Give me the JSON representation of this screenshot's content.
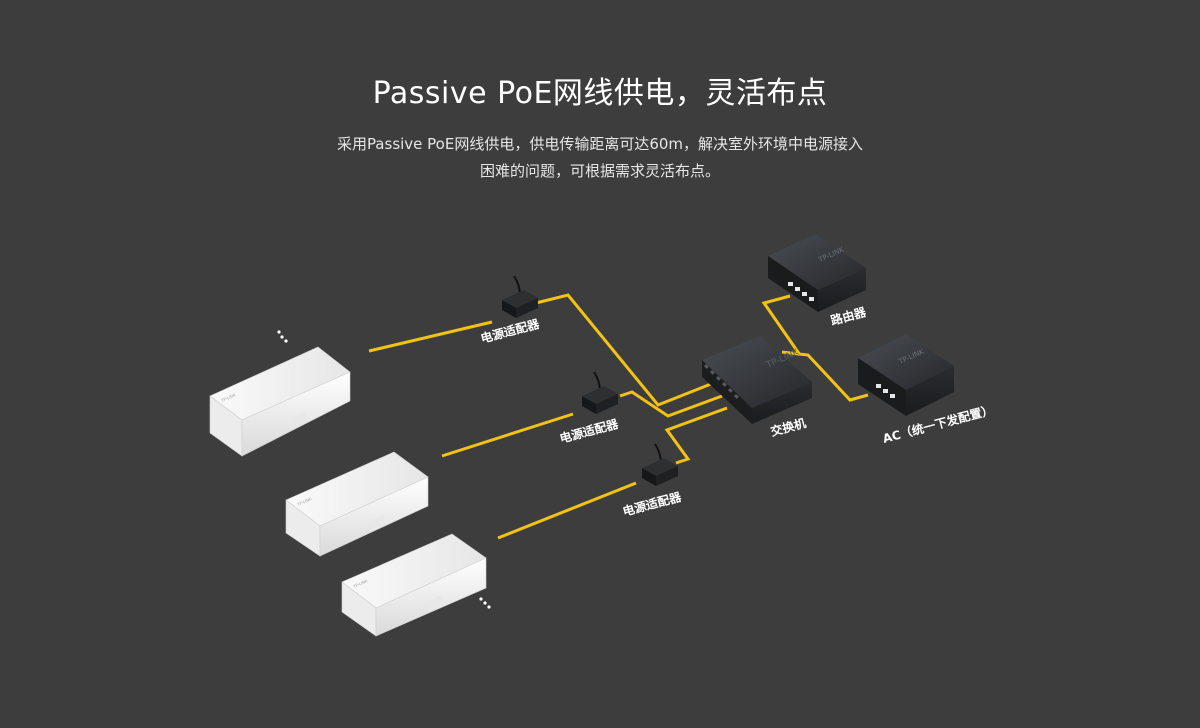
{
  "header": {
    "title": "Passive PoE网线供电，灵活布点",
    "description_line1": "采用Passive PoE网线供电，供电传输距离可达60m，解决室外环境中电源接入",
    "description_line2": "困难的问题，可根据需求灵活布点。"
  },
  "labels": {
    "adapter_1": "电源适配器",
    "adapter_2": "电源适配器",
    "adapter_3": "电源适配器",
    "switch": "交换机",
    "router": "路由器",
    "ac": "AC（统一下发配置）"
  },
  "colors": {
    "background": "#3d3d3d",
    "cable": "#f2c314",
    "device_white": "#f4f4f4",
    "device_dark": "#2b2d30"
  }
}
